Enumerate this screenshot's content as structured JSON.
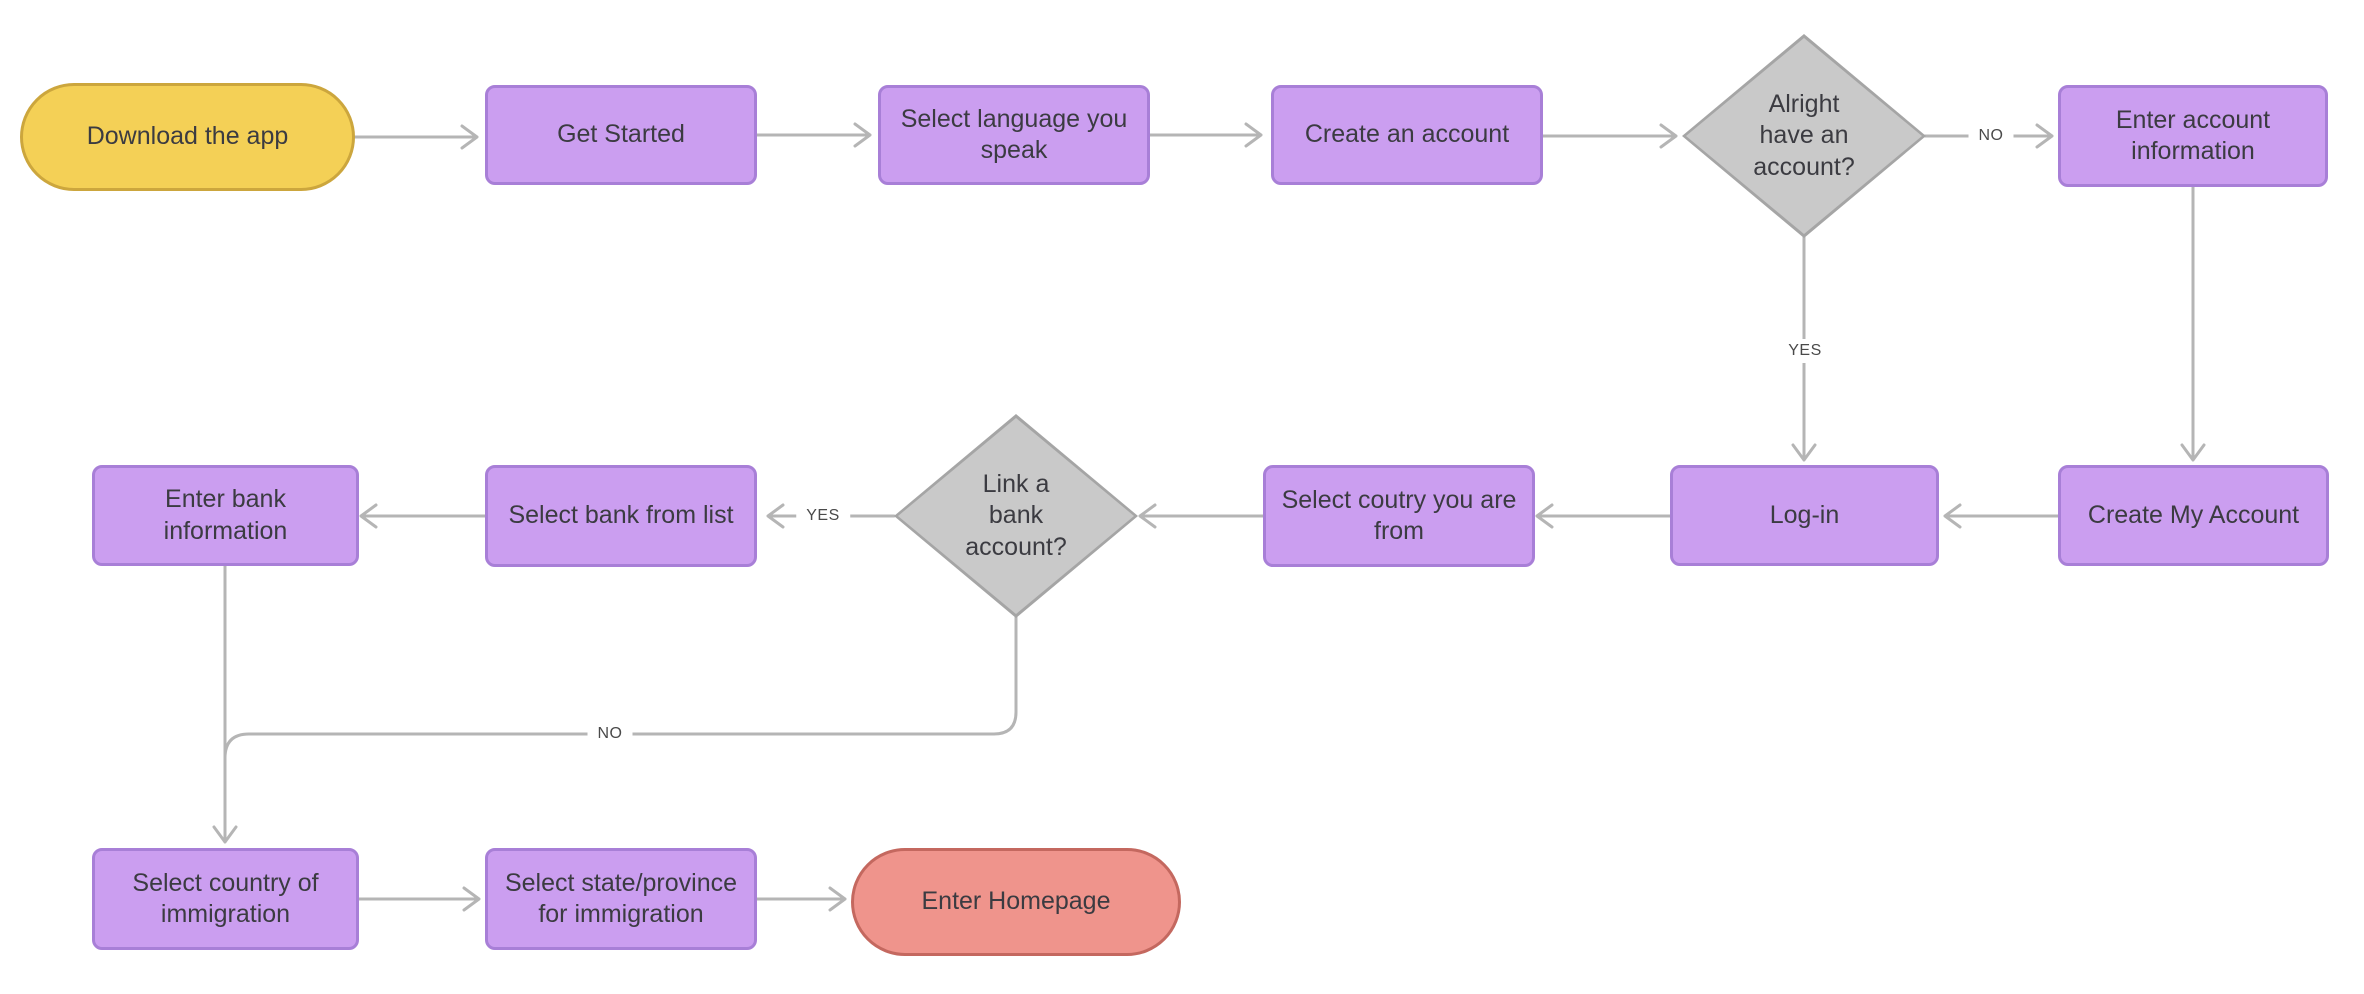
{
  "diagram_type": "flowchart",
  "nodes": {
    "download_app": {
      "label": "Download the app",
      "shape": "stadium",
      "role": "start"
    },
    "get_started": {
      "label": "Get Started",
      "shape": "rectangle",
      "role": "process"
    },
    "select_language": {
      "label": "Select language you speak",
      "shape": "rectangle",
      "role": "process"
    },
    "create_account": {
      "label": "Create an account",
      "shape": "rectangle",
      "role": "process"
    },
    "have_account_decision": {
      "label": "Alright have an account?",
      "shape": "diamond",
      "role": "decision"
    },
    "enter_account_information": {
      "label": "Enter account information",
      "shape": "rectangle",
      "role": "process"
    },
    "create_my_account": {
      "label": "Create My Account",
      "shape": "rectangle",
      "role": "process"
    },
    "log_in": {
      "label": "Log-in",
      "shape": "rectangle",
      "role": "process"
    },
    "select_country_from": {
      "label": "Select coutry you are from",
      "shape": "rectangle",
      "role": "process"
    },
    "link_bank_decision": {
      "label": "Link a bank account?",
      "shape": "diamond",
      "role": "decision"
    },
    "select_bank": {
      "label": "Select bank from list",
      "shape": "rectangle",
      "role": "process"
    },
    "enter_bank_information": {
      "label": "Enter bank information",
      "shape": "rectangle",
      "role": "process"
    },
    "select_country_immigration": {
      "label": "Select country of immigration",
      "shape": "rectangle",
      "role": "process"
    },
    "select_state_province": {
      "label": "Select state/province for immigration",
      "shape": "rectangle",
      "role": "process"
    },
    "enter_homepage": {
      "label": "Enter Homepage",
      "shape": "stadium",
      "role": "end"
    }
  },
  "edge_labels": {
    "have_account_no": "NO",
    "have_account_yes": "YES",
    "link_bank_yes": "YES",
    "link_bank_no": "NO"
  },
  "edges": [
    {
      "from": "download_app",
      "to": "get_started"
    },
    {
      "from": "get_started",
      "to": "select_language"
    },
    {
      "from": "select_language",
      "to": "create_account"
    },
    {
      "from": "create_account",
      "to": "have_account_decision"
    },
    {
      "from": "have_account_decision",
      "to": "enter_account_information",
      "label": "NO"
    },
    {
      "from": "have_account_decision",
      "to": "log_in",
      "label": "YES"
    },
    {
      "from": "enter_account_information",
      "to": "create_my_account"
    },
    {
      "from": "create_my_account",
      "to": "log_in"
    },
    {
      "from": "log_in",
      "to": "select_country_from"
    },
    {
      "from": "select_country_from",
      "to": "link_bank_decision"
    },
    {
      "from": "link_bank_decision",
      "to": "select_bank",
      "label": "YES"
    },
    {
      "from": "select_bank",
      "to": "enter_bank_information"
    },
    {
      "from": "enter_bank_information",
      "to": "select_country_immigration"
    },
    {
      "from": "link_bank_decision",
      "to": "select_country_immigration",
      "label": "NO"
    },
    {
      "from": "select_country_immigration",
      "to": "select_state_province"
    },
    {
      "from": "select_state_province",
      "to": "enter_homepage"
    }
  ],
  "colors": {
    "start_fill": "#F4D056",
    "start_border": "#CCA63D",
    "process_fill": "#CB9EF0",
    "process_border": "#A87FD7",
    "decision_fill": "#C9C9C9",
    "decision_border": "#A5A5A5",
    "end_fill": "#EF948C",
    "end_border": "#C4685F",
    "edge": "#B5B5B5",
    "node_text": "#3B3B41",
    "edge_label_text": "#4A4A4A",
    "background": "#FFFFFF"
  }
}
